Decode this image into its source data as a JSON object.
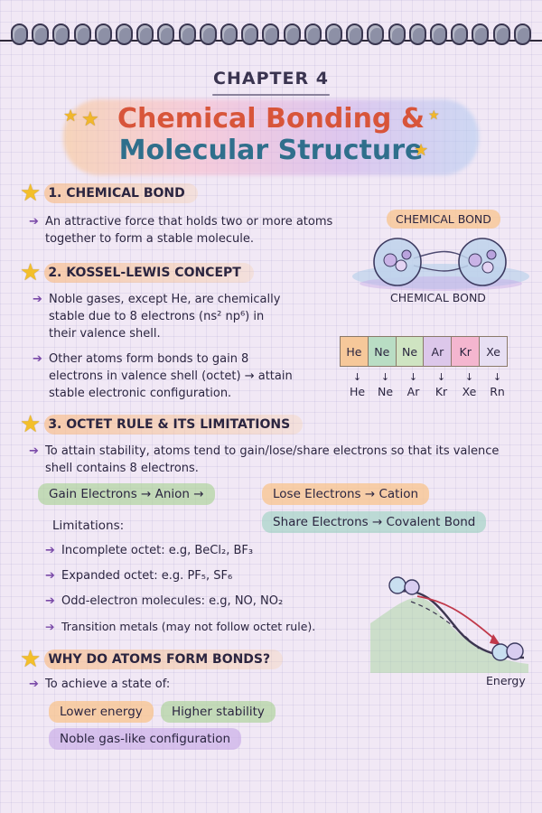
{
  "chapter": "CHAPTER 4",
  "title": {
    "line1": "Chemical Bonding &",
    "line2": "Molecular Structure"
  },
  "sections": {
    "s1": {
      "heading": "1. CHEMICAL BOND",
      "bullet": "An attractive force that holds two or more atoms together to form a stable molecule.",
      "diagram_label_top": "CHEMICAL BOND",
      "diagram_label_bottom": "CHEMICAL BOND"
    },
    "s2": {
      "heading": "2. KOSSEL-LEWIS CONCEPT",
      "bullet1": "Noble gases, except He, are chemically stable due to 8 electrons (ns² np⁶) in their valence shell.",
      "bullet2": "Other atoms form bonds to gain 8 electrons in valence shell (octet) → attain stable electronic configuration.",
      "gases": [
        {
          "symbol": "He",
          "color": "#f6c89a",
          "below": "He"
        },
        {
          "symbol": "Ne",
          "color": "#b9ddc4",
          "below": "Ne"
        },
        {
          "symbol": "Ne",
          "color": "#cfe4c2",
          "below": "Ar"
        },
        {
          "symbol": "Ar",
          "color": "#dcc7ea",
          "below": "Kr"
        },
        {
          "symbol": "Kr",
          "color": "#f4b6cf",
          "below": "Xe"
        },
        {
          "symbol": "Xe",
          "color": "#e7dff3",
          "below": "Rn"
        }
      ]
    },
    "s3": {
      "heading": "3. OCTET RULE & ITS LIMITATIONS",
      "bullet": "To attain stability, atoms tend to gain/lose/share electrons so that its valence shell contains 8 electrons.",
      "gain": "Gain Electrons → Anion →",
      "lose": "Lose Electrons → Cation",
      "share": "Share Electrons → Covalent Bond",
      "limitations_label": "Limitations:",
      "limitations": [
        "Incomplete octet: e.g, BeCl₂, BF₃",
        "Expanded octet: e.g. PF₅, SF₆",
        "Odd-electron molecules: e.g, NO, NO₂",
        "Transition metals (may not follow octet rule)."
      ],
      "energy_label": "Energy"
    },
    "s4": {
      "heading": "WHY DO ATOMS FORM BONDS?",
      "bullet": "To achieve a state of:",
      "pill1": "Lower energy",
      "pill2": "Higher stability",
      "pill3": "Noble gas-like configuration"
    }
  },
  "icons": {
    "heading_marker": "star-icon",
    "bullet_marker": "arrow-right-icon"
  },
  "colors": {
    "title_line1": "#d8553a",
    "title_line2": "#2f6f8c",
    "star": "#f3bf2a",
    "arrow": "#7a4aa8"
  }
}
